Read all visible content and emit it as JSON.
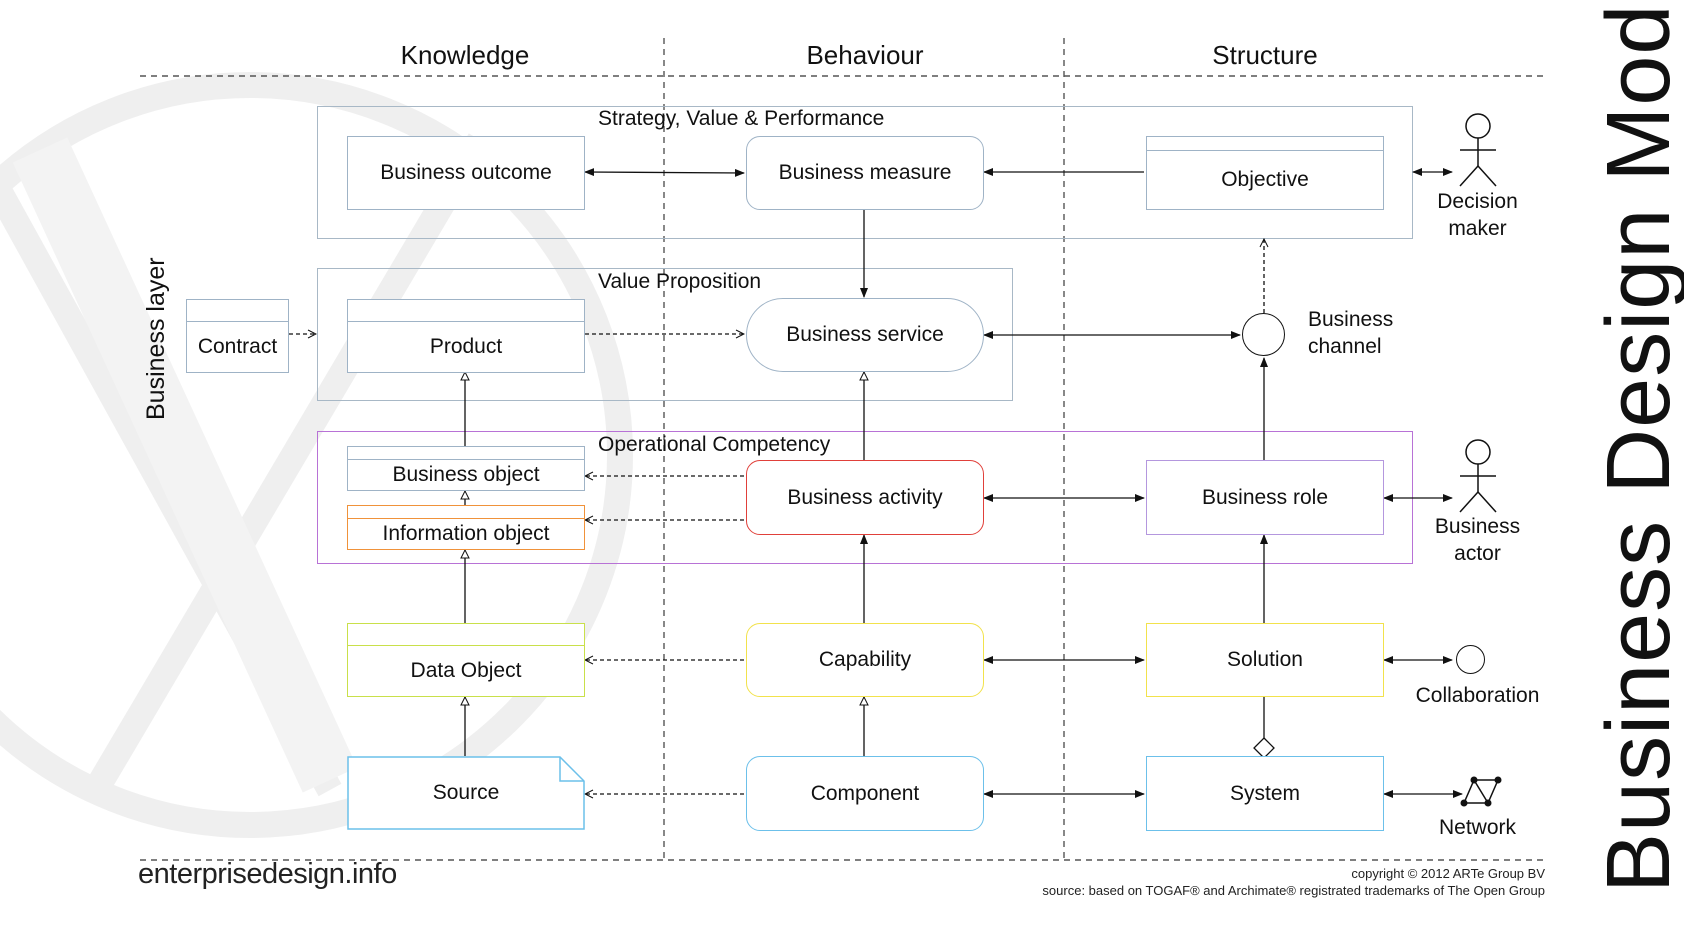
{
  "title": "Business Design Model",
  "layer_label": "Business layer",
  "columns": [
    "Knowledge",
    "Behaviour",
    "Structure"
  ],
  "groups": {
    "strategy": "Strategy, Value & Performance",
    "value": "Value Proposition",
    "operational": "Operational Competency"
  },
  "elements": {
    "business_outcome": "Business outcome",
    "business_measure": "Business measure",
    "objective": "Objective",
    "contract": "Contract",
    "product": "Product",
    "business_service": "Business service",
    "business_channel": "Business channel",
    "business_object": "Business object",
    "information_object": "Information object",
    "business_activity": "Business activity",
    "business_role": "Business role",
    "data_object": "Data Object",
    "capability": "Capability",
    "solution": "Solution",
    "source": "Source",
    "component": "Component",
    "system": "System"
  },
  "actors": {
    "decision_maker": "Decision maker",
    "business_actor": "Business actor",
    "collaboration": "Collaboration",
    "network": "Network"
  },
  "footer": {
    "website": "enterprisedesign.info",
    "copyright": "copyright © 2012 ARTe Group BV",
    "source": "source: based on TOGAF® and Archimate® registrated trademarks of The Open Group"
  },
  "colors": {
    "blue_grey": "#9fb3c6",
    "purple": "#b469d8",
    "red": "#e0403a",
    "orange": "#f0923a",
    "yellow_green": "#c9e04a",
    "yellow": "#f2e24c",
    "light_blue": "#6cc0ea",
    "lavender": "#b497de",
    "watermark": "#f1f1f1"
  }
}
